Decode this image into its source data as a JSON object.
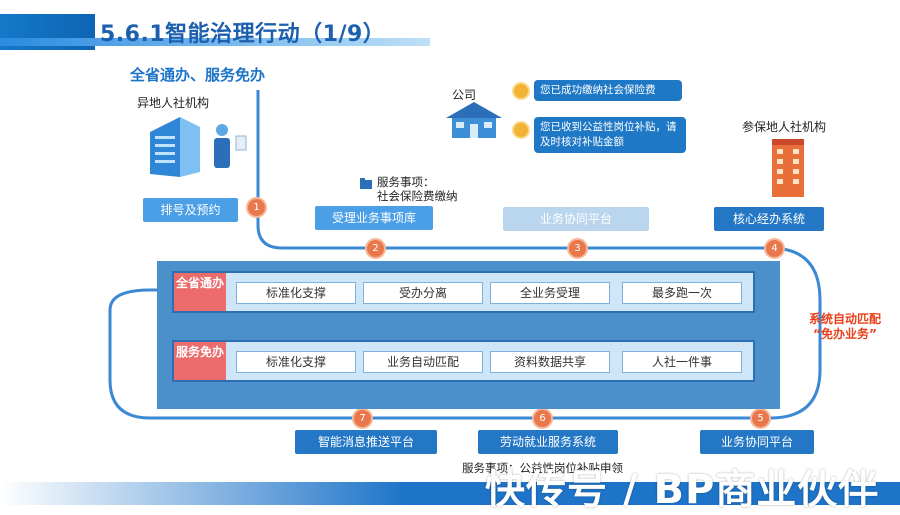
{
  "title": "5.6.1智能治理行动（1/9）",
  "subtitle": "全省通办、服务免办",
  "remote_agency": "异地人社机构",
  "company": "公司",
  "insured_agency": "参保地人社机构",
  "bubbles": [
    "您已成功缴纳社会保险费",
    "您已收到公益性岗位补贴，请及时核对补贴金额"
  ],
  "service_item": {
    "label": "服务事项：",
    "value": "社会保险费缴纳"
  },
  "top_buttons": [
    "排号及预约",
    "受理业务事项库",
    "业务协同平台",
    "核心经办系统"
  ],
  "bottom_buttons": [
    "智能消息推送平台",
    "劳动就业服务系统",
    "业务协同平台"
  ],
  "step_numbers": [
    "1",
    "2",
    "3",
    "4",
    "5",
    "6",
    "7"
  ],
  "rows": [
    {
      "label": "全省通办",
      "cells": [
        "标准化支撑",
        "受办分离",
        "全业务受理",
        "最多跑一次"
      ]
    },
    {
      "label": "服务免办",
      "cells": [
        "标准化支撑",
        "业务自动匹配",
        "资料数据共享",
        "人社一件事"
      ]
    }
  ],
  "auto_match": {
    "line1": "系统自动匹配",
    "line2": "“免办业务”"
  },
  "bottom_caption": "服务事项：公益性岗位补贴申领",
  "watermark": "快传号 / BP商业伙伴",
  "colors": {
    "accent": "#1b5fae",
    "button": "#4a9fe6",
    "board": "#4b8fcb",
    "row_label": "#ec6b6c",
    "step": "#e9774c",
    "highlight": "#e8401a"
  }
}
